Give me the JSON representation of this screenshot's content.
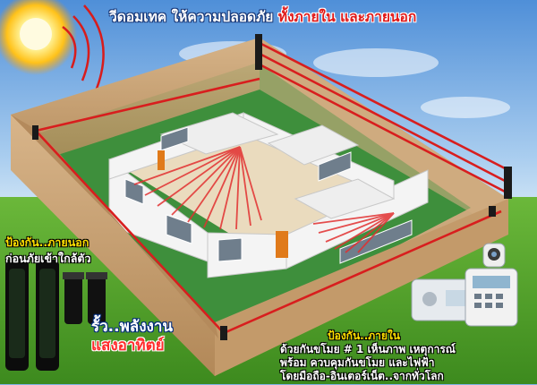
{
  "headline": {
    "part1": "วีดอมเทค  ให้ความปลอดภัย ",
    "part2": "ทั้งภายใน และภายนอก"
  },
  "outdoor": {
    "title": "ป้องกัน..ภายนอก",
    "subtitle": "ก่อนภัยเข้าใกล้ตัว"
  },
  "solar": {
    "line1": "รั้ว..พลังงาน",
    "line2": "แสงอาทิตย์"
  },
  "indoor": {
    "title": "ป้องกัน..ภายใน",
    "line1": "ด้วยกันขโมย # 1 เห็นภาพ เหตุการณ์",
    "line2": "พร้อม ควบคุมกันขโมย และไฟฟ้า",
    "line3": "โดยมือถือ-อินเตอร์เน็ต..จากทั่วโลก"
  },
  "colors": {
    "sky": "#7fb2e6",
    "grass": "#4f9a2a",
    "fence": "#c9a57a",
    "lawn": "#3f8f3e",
    "beam": "#d42020",
    "wall": "#f4f4f4",
    "floor": "#eadbbe"
  }
}
